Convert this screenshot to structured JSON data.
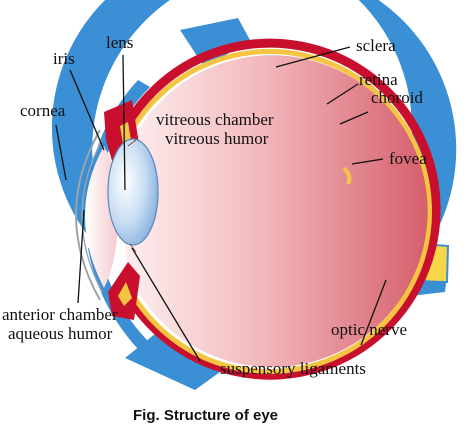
{
  "labels": {
    "lens": "lens",
    "iris": "iris",
    "cornea": "cornea",
    "sclera": "sclera",
    "retina": "retina",
    "choroid": "choroid",
    "fovea": "fovea",
    "vitreous_chamber": "vitreous chamber",
    "vitreous_humor": "vitreous humor",
    "anterior_chamber": "anterior chamber",
    "aqueous_humor": "aqueous humor",
    "optic_nerve": "optic nerve",
    "suspensory_ligaments": "suspensory ligaments"
  },
  "caption": "Fig. Structure of eye",
  "colors": {
    "sclera": "#3b8fd4",
    "choroid": "#c8102e",
    "retina": "#f5c542",
    "optic_nerve": "#f7d64a",
    "vitreous_light": "#fbe3e3",
    "vitreous_dark": "#d9636f",
    "lens": "#9cc2ea",
    "iris": "#c8102e"
  }
}
